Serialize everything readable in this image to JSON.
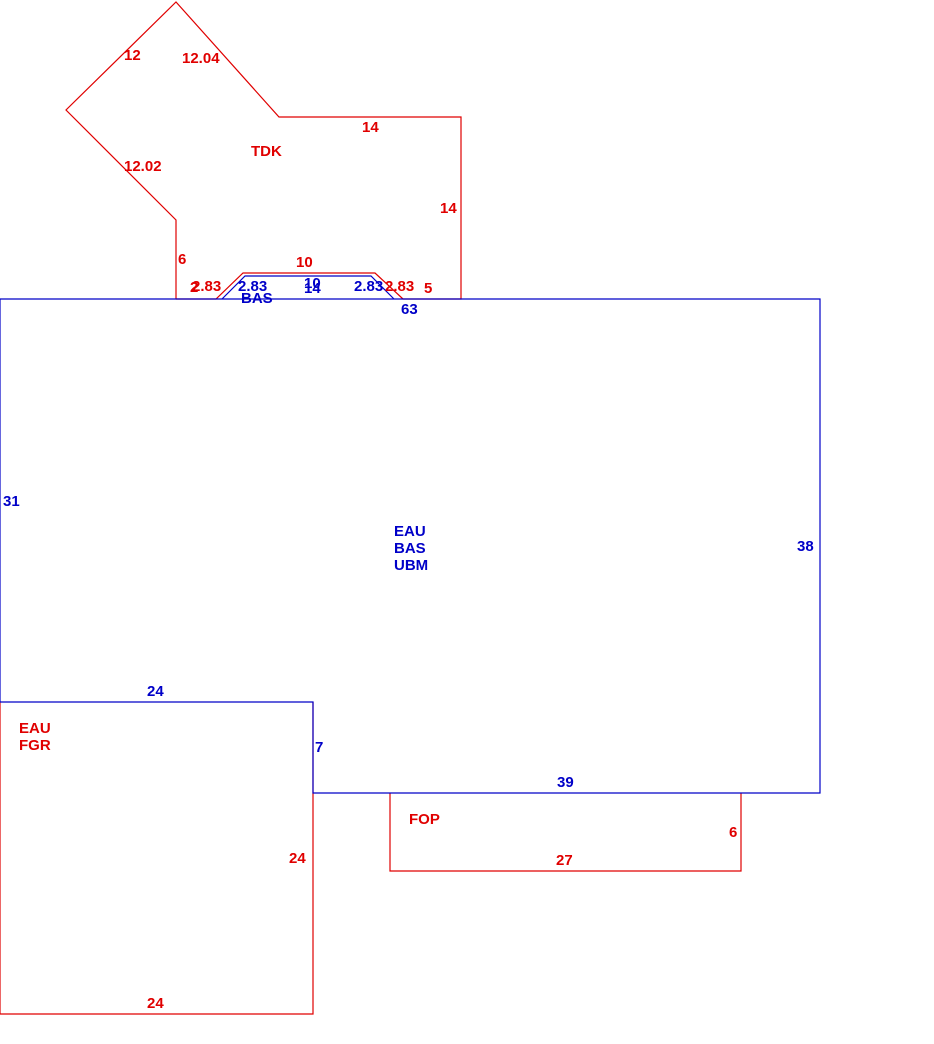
{
  "colors": {
    "primary_outline": "#0000c8",
    "secondary_outline": "#e00000",
    "background": "#ffffff"
  },
  "areas": {
    "main": {
      "codes": [
        "EAU",
        "BAS",
        "UBM"
      ]
    },
    "bay": {
      "code": "BAS"
    },
    "deck": {
      "code": "TDK"
    },
    "garage": {
      "codes": [
        "EAU",
        "FGR"
      ]
    },
    "porch": {
      "code": "FOP"
    }
  },
  "dimensions": {
    "main_top": "63",
    "main_left": "31",
    "main_right": "38",
    "main_bottom": "39",
    "main_step": "7",
    "main_garage_edge": "24",
    "bay_left_diag": "2.83",
    "bay_right_diag": "2.83",
    "bay_top": "10",
    "bay_base": "14",
    "deck_upper_left": "12",
    "deck_upper_right": "12.04",
    "deck_lower_left": "12.02",
    "deck_top_right": "14",
    "deck_right": "14",
    "deck_left": "6",
    "deck_bay_top": "10",
    "deck_left_diag": "2.83",
    "deck_right_diag": "2.83",
    "deck_left_stub": "2",
    "deck_right_stub": "5",
    "garage_right": "24",
    "garage_bottom": "24",
    "porch_right": "6",
    "porch_bottom": "27"
  }
}
